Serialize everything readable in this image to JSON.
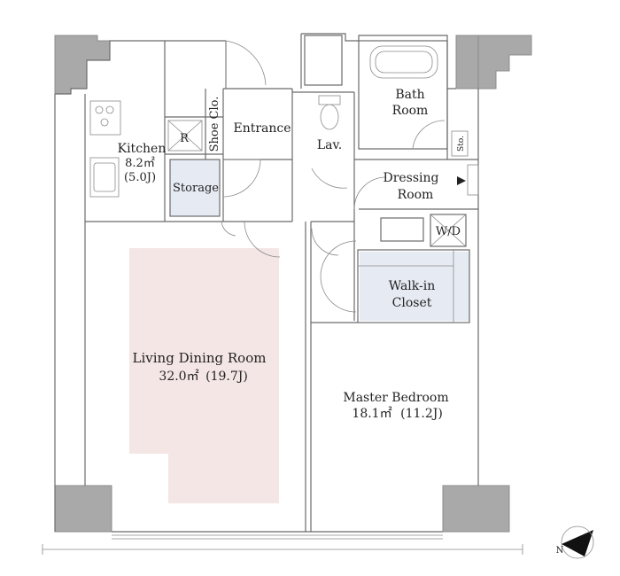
{
  "rooms": {
    "kitchen": {
      "name": "Kitchen",
      "area": "8.2㎡",
      "jo": "(5.0J)"
    },
    "refrigerator": {
      "label": "R"
    },
    "shoe_closet": {
      "label": "Shoe Clo."
    },
    "entrance": {
      "label": "Entrance"
    },
    "lavatory": {
      "label": "Lav."
    },
    "bath": {
      "line1": "Bath",
      "line2": "Room"
    },
    "storage_small": {
      "label": "Sto."
    },
    "dressing": {
      "line1": "Dressing",
      "line2": "Room"
    },
    "storage": {
      "label": "Storage"
    },
    "washer_dryer": {
      "label": "W/D"
    },
    "walk_in_closet": {
      "line1": "Walk-in",
      "line2": "Closet"
    },
    "living": {
      "name": "Living Dining Room",
      "area": "32.0㎡",
      "jo": "(19.7J)"
    },
    "bedroom": {
      "name": "Master Bedroom",
      "area": "18.1㎡",
      "jo": "(11.2J)"
    }
  },
  "compass": {
    "letter": "N"
  },
  "colors": {
    "wall": "#a9a9a9",
    "ldk_highlight": "#f4e6e4",
    "storage_fill": "#e6ebf3",
    "line": "#6b6b6b"
  }
}
